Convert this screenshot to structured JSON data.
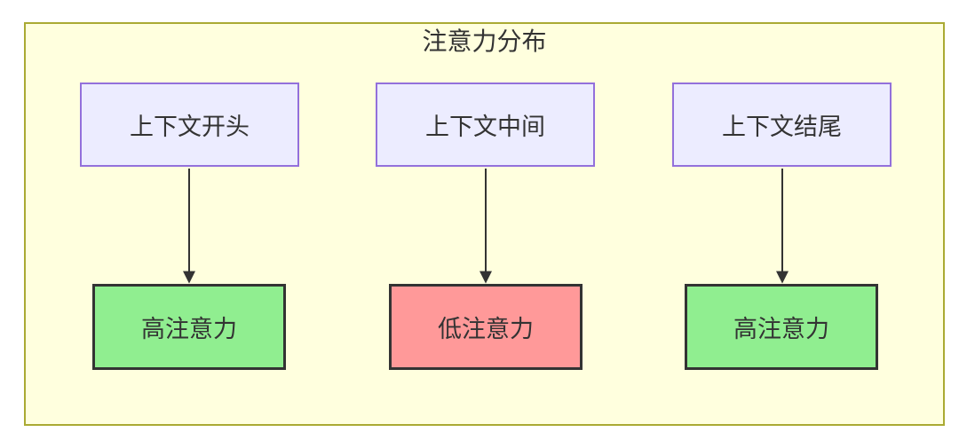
{
  "diagram": {
    "type": "flowchart",
    "title": "注意力分布",
    "columns": [
      {
        "source": "上下文开头",
        "target": "高注意力",
        "level": "high"
      },
      {
        "source": "上下文中间",
        "target": "低注意力",
        "level": "low"
      },
      {
        "source": "上下文结尾",
        "target": "高注意力",
        "level": "high"
      }
    ],
    "colors": {
      "cluster_bg": "#FFFFDE",
      "cluster_border": "#AAAA33",
      "node_bg": "#ECECFF",
      "node_border": "#9370DB",
      "high_bg": "#90EE90",
      "low_bg": "#FF9999",
      "result_border": "#333333",
      "edge": "#333333",
      "text": "#333333"
    }
  }
}
